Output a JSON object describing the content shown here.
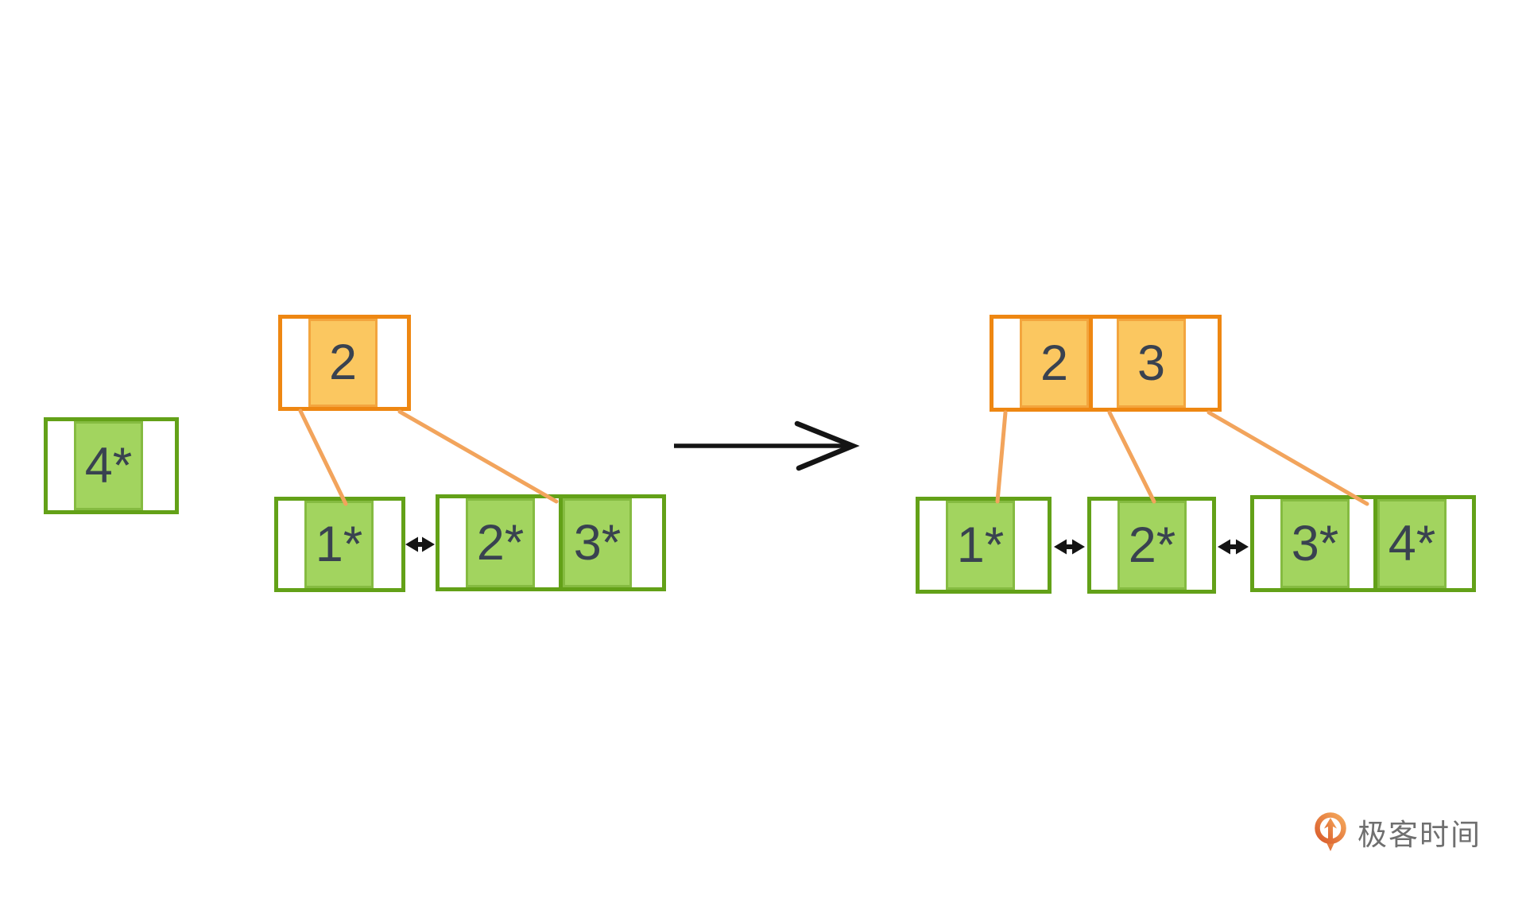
{
  "diagram": {
    "type": "b-plus-tree-page-split",
    "panels": {
      "standalone_record": "4*",
      "before": {
        "root_keys": [
          "2"
        ],
        "leaf_pages": [
          [
            "1*"
          ],
          [
            "2*",
            "3*"
          ]
        ]
      },
      "after": {
        "root_keys": [
          "2",
          "3"
        ],
        "leaf_pages": [
          [
            "1*"
          ],
          [
            "2*"
          ],
          [
            "3*",
            "4*"
          ]
        ]
      }
    }
  },
  "nodes": [
    {
      "id": "standalone-leaf",
      "role": "leaf-page",
      "keys": [
        "4*"
      ]
    },
    {
      "id": "before-root",
      "role": "index-page",
      "keys": [
        "2"
      ]
    },
    {
      "id": "before-leaf-1",
      "role": "leaf-page",
      "keys": [
        "1*"
      ]
    },
    {
      "id": "before-leaf-2",
      "role": "leaf-page",
      "keys": [
        "2*",
        "3*"
      ]
    },
    {
      "id": "after-root",
      "role": "index-page",
      "keys": [
        "2",
        "3"
      ]
    },
    {
      "id": "after-leaf-1",
      "role": "leaf-page",
      "keys": [
        "1*"
      ]
    },
    {
      "id": "after-leaf-2",
      "role": "leaf-page",
      "keys": [
        "2*"
      ]
    },
    {
      "id": "after-leaf-3",
      "role": "leaf-page",
      "keys": [
        "3*",
        "4*"
      ]
    }
  ],
  "connections": [
    {
      "from": "before-root",
      "to": "before-leaf-1",
      "style": "orange-line"
    },
    {
      "from": "before-root",
      "to": "before-leaf-2",
      "style": "orange-line"
    },
    {
      "from": "before-leaf-1",
      "to": "before-leaf-2",
      "style": "black-double-arrow"
    },
    {
      "from": "after-root",
      "to": "after-leaf-1",
      "style": "orange-line"
    },
    {
      "from": "after-root",
      "to": "after-leaf-2",
      "style": "orange-line"
    },
    {
      "from": "after-root",
      "to": "after-leaf-3",
      "style": "orange-line"
    },
    {
      "from": "after-leaf-1",
      "to": "after-leaf-2",
      "style": "black-double-arrow"
    },
    {
      "from": "after-leaf-2",
      "to": "after-leaf-3",
      "style": "black-double-arrow"
    },
    {
      "from": "before",
      "to": "after",
      "style": "big-right-arrow"
    }
  ],
  "colors": {
    "index_border": "#EE8712",
    "index_fill": "#FBC760",
    "leaf_border": "#63A118",
    "leaf_fill": "#A2D45F",
    "connector_orange": "#F2A45C",
    "arrow_black": "#141414",
    "key_text": "#394250",
    "logo_orange": "#E06A2E",
    "logo_text_gray": "#6F6F6F"
  },
  "logo": {
    "text": "极客时间"
  }
}
